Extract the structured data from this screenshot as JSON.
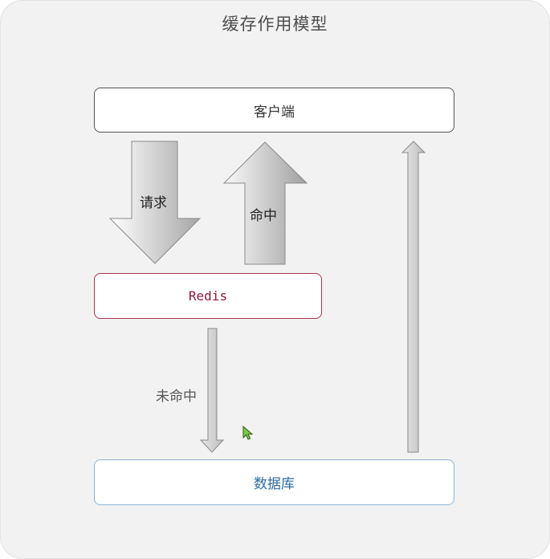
{
  "diagram": {
    "title": "缓存作用模型",
    "nodes": {
      "client": "客户端",
      "redis": "Redis",
      "database": "数据库"
    },
    "edges": {
      "request": "请求",
      "hit": "命中",
      "miss": "未命中"
    }
  },
  "colors": {
    "panel": "#f2f2f2",
    "client_border": "#555555",
    "redis_border": "#a8324a",
    "redis_text": "#8b1a36",
    "database_border": "#8db4d6",
    "database_text": "#2f6c9e",
    "cursor": "#7ac943"
  }
}
